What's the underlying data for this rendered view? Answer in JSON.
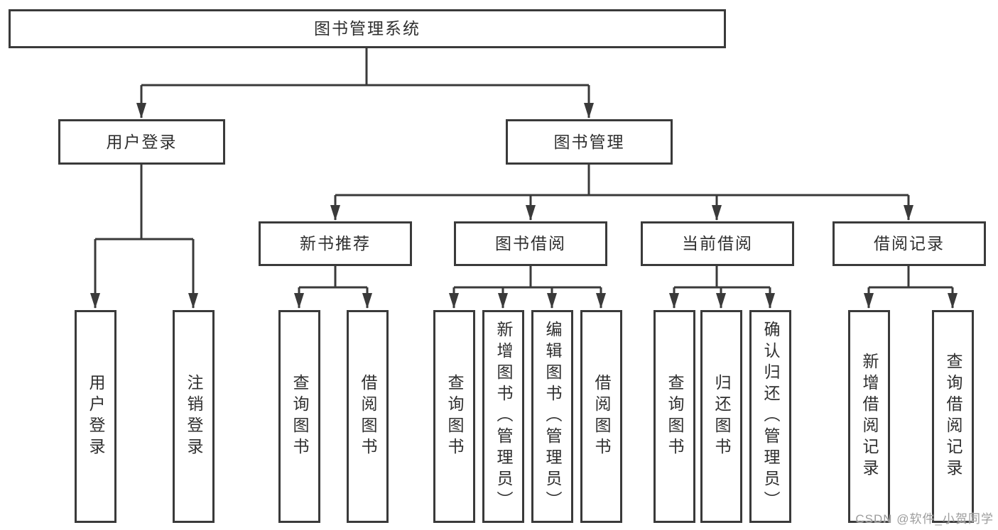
{
  "diagram": {
    "title": "图书管理系统",
    "colors": {
      "line": "#3a3a3a",
      "text": "#2f2f2f",
      "background": "#ffffff",
      "watermark": "#9c9c9c"
    },
    "tree": {
      "root": {
        "label": "图书管理系统"
      },
      "branches": [
        {
          "label": "用户登录",
          "children": [
            {
              "label": "用户登录"
            },
            {
              "label": "注销登录"
            }
          ]
        },
        {
          "label": "图书管理",
          "children": [
            {
              "label": "新书推荐",
              "children": [
                {
                  "label": "查询图书"
                },
                {
                  "label": "借阅图书"
                }
              ]
            },
            {
              "label": "图书借阅",
              "children": [
                {
                  "label": "查询图书"
                },
                {
                  "label": "新增图书（管理员）"
                },
                {
                  "label": "编辑图书（管理员）"
                },
                {
                  "label": "借阅图书"
                }
              ]
            },
            {
              "label": "当前借阅",
              "children": [
                {
                  "label": "查询图书"
                },
                {
                  "label": "归还图书"
                },
                {
                  "label": "确认归还（管理员）"
                }
              ]
            },
            {
              "label": "借阅记录",
              "children": [
                {
                  "label": "新增借阅记录"
                },
                {
                  "label": "查询借阅记录"
                }
              ]
            }
          ]
        }
      ]
    }
  },
  "watermark": {
    "text": "CSDN @软件_小贺同学"
  }
}
